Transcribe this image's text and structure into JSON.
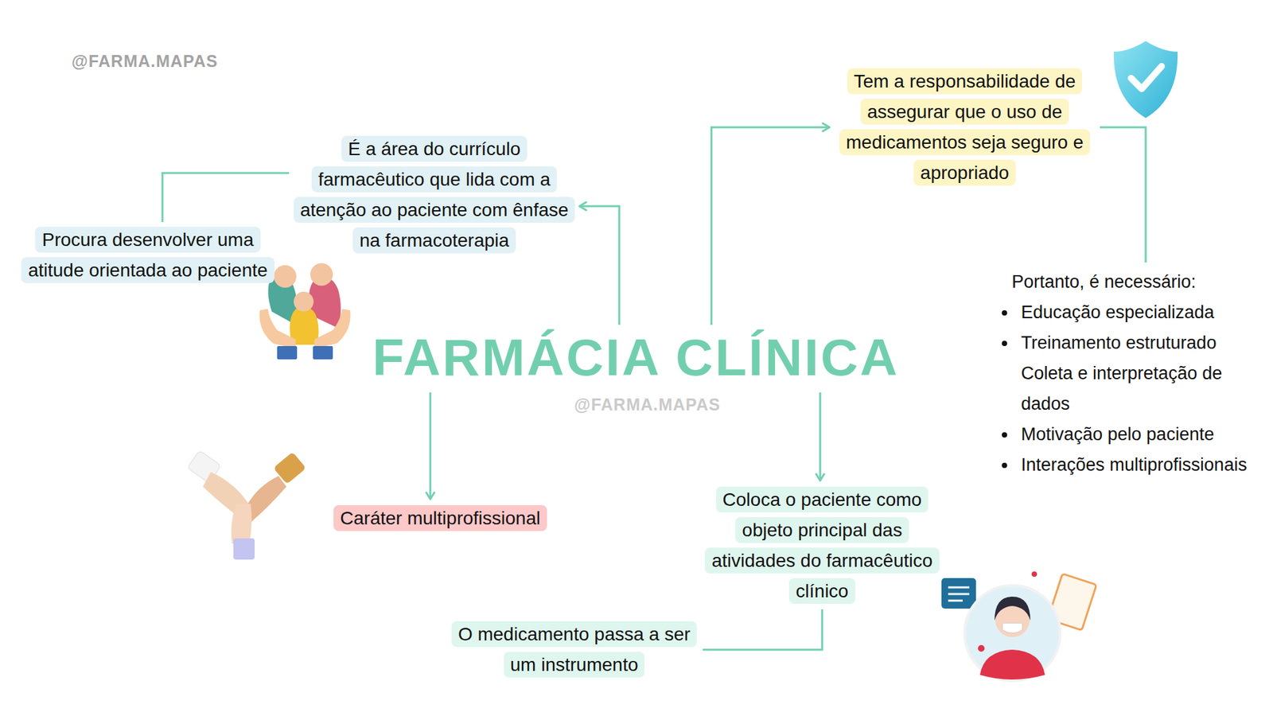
{
  "diagram": {
    "nodes": [
      {
        "text": [
          "É a área do currículo farmacêutico que lida com a atenção ao paciente com ênfase na farmacoterapia"
        ]
      },
      {
        "text": [
          "Tem a responsabilidade de assegurar que o uso de medicamentos seja seguro e apropriado"
        ]
      },
      {
        "text": [
          "Procura desenvolver uma atitude orientada ao paciente"
        ]
      },
      {
        "text": [
          "FARMÁCIA CLÍNICA"
        ]
      },
      {
        "text": [
          "Portanto, é necessário:",
          "Educação especializada",
          "Treinamento estruturado Coleta e interpretação de dados",
          "Motivação pelo paciente",
          "Interações multiprofissionais"
        ]
      },
      {
        "text": [
          "Caráter multiprofissional"
        ]
      },
      {
        "text": [
          "Coloca o paciente como objeto principal das atividades do farmacêutico clínico"
        ]
      },
      {
        "text": [
          "O medicamento passa a ser um instrumento"
        ]
      }
    ],
    "edges": [
      {
        "from": 3,
        "to": 0,
        "arrow": "to"
      },
      {
        "from": 3,
        "to": 1,
        "arrow": "to"
      },
      {
        "from": 0,
        "to": 2,
        "arrow": "none"
      },
      {
        "from": 1,
        "to": 4,
        "arrow": "none"
      },
      {
        "from": 3,
        "to": 5,
        "arrow": "to"
      },
      {
        "from": 3,
        "to": 6,
        "arrow": "to"
      },
      {
        "from": 6,
        "to": 7,
        "arrow": "none"
      }
    ],
    "labels": [
      "@FARMA.MAPAS",
      "@FARMA.MAPAS"
    ]
  }
}
